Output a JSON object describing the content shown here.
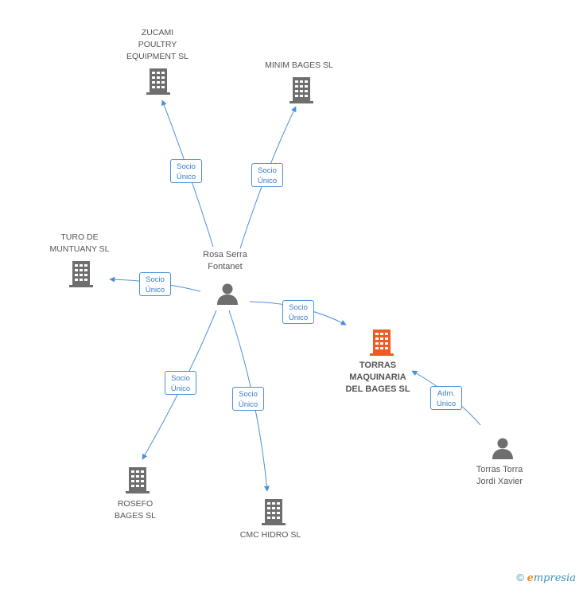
{
  "companies": [
    {
      "id": "zucami",
      "label": "ZUCAMI\nPOULTRY\nEQUIPMENT  SL"
    },
    {
      "id": "minim",
      "label": "MINIM BAGES SL"
    },
    {
      "id": "turo",
      "label": "TURO DE\nMUNTUANY  SL"
    },
    {
      "id": "torras",
      "label": "TORRAS\nMAQUINARIA\nDEL BAGES  SL"
    },
    {
      "id": "rosefo",
      "label": "ROSEFO\nBAGES SL"
    },
    {
      "id": "cmc",
      "label": "CMC HIDRO  SL"
    }
  ],
  "people": [
    {
      "id": "rosa",
      "label": "Rosa Serra\nFontanet"
    },
    {
      "id": "jordi",
      "label": "Torras Torra\nJordi Xavier"
    }
  ],
  "relations": [
    {
      "id": "r1",
      "label": "Socio\nÚnico"
    },
    {
      "id": "r2",
      "label": "Socio\nÚnico"
    },
    {
      "id": "r3",
      "label": "Socio\nÚnico"
    },
    {
      "id": "r4",
      "label": "Socio\nÚnico"
    },
    {
      "id": "r5",
      "label": "Socio\nÚnico"
    },
    {
      "id": "r6",
      "label": "Socio\nÚnico"
    },
    {
      "id": "r7",
      "label": "Adm.\nUnico"
    }
  ],
  "colors": {
    "building": "#6e6e6e",
    "building_highlight": "#f15a24",
    "person": "#6e6e6e",
    "edge": "#4a90d9"
  },
  "footer": {
    "copyright": "©",
    "brand_initial": "e",
    "brand_rest": "mpresia"
  }
}
